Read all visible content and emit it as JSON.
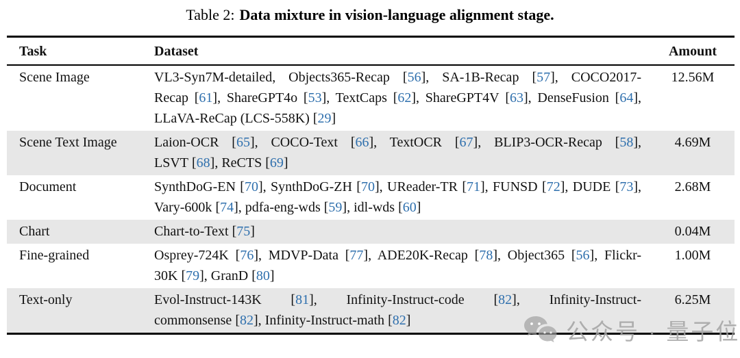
{
  "title": {
    "prefix": "Table 2:",
    "text": "Data mixture in vision-language alignment stage."
  },
  "table": {
    "headers": [
      "Task",
      "Dataset",
      "Amount"
    ],
    "rows": [
      {
        "task": "Scene Image",
        "dataset": "VL3-Syn7M-detailed, Objects365-Recap [56], SA-1B-Recap [57], COCO2017-Recap [61], ShareGPT4o [53], TextCaps [62], ShareGPT4V [63], DenseFusion [64], LLaVA-ReCap (LCS-558K) [29]",
        "amount": "12.56M",
        "shaded": false
      },
      {
        "task": "Scene Text Image",
        "dataset": "Laion-OCR [65], COCO-Text [66], TextOCR [67], BLIP3-OCR-Recap [58], LSVT [68], ReCTS [69]",
        "amount": "4.69M",
        "shaded": true
      },
      {
        "task": "Document",
        "dataset": "SynthDoG-EN [70], SynthDoG-ZH [70], UReader-TR [71], FUNSD [72], DUDE [73], Vary-600k [74], pdfa-eng-wds [59], idl-wds [60]",
        "amount": "2.68M",
        "shaded": false
      },
      {
        "task": "Chart",
        "dataset": "Chart-to-Text [75]",
        "amount": "0.04M",
        "shaded": true
      },
      {
        "task": "Fine-grained",
        "dataset": "Osprey-724K [76], MDVP-Data [77], ADE20K-Recap [78], Object365 [56], Flickr-30K [79], GranD [80]",
        "amount": "1.00M",
        "shaded": false
      },
      {
        "task": "Text-only",
        "dataset": "Evol-Instruct-143K [81], Infinity-Instruct-code [82], Infinity-Instruct-commonsense [82], Infinity-Instruct-math [82]",
        "amount": "6.25M",
        "shaded": true
      }
    ]
  },
  "watermark": {
    "icon": "wechat-icon",
    "text": "公众号 · 量子位"
  },
  "colors": {
    "citation_blue": "#2e6fad",
    "row_shade": "#e7e7e7",
    "watermark_gray": "#a3a3a3"
  }
}
